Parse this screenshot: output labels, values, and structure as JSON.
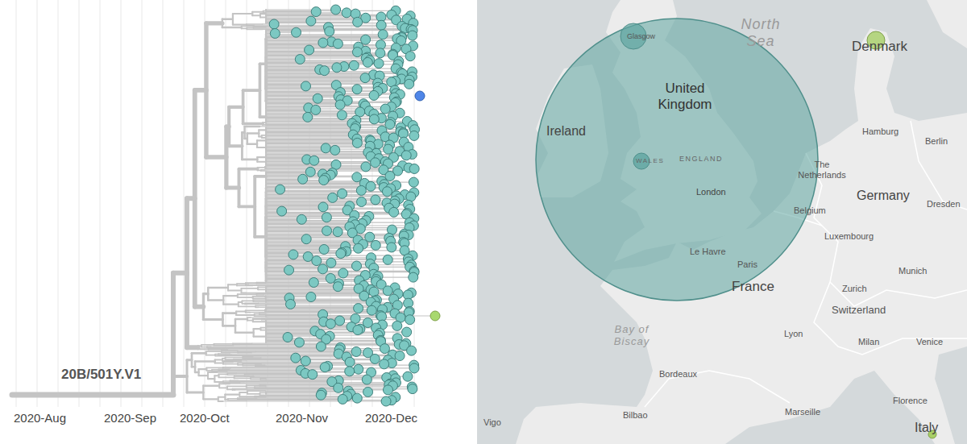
{
  "diagram": {
    "labels": [
      "20B/501Y.V1",
      "2020-Aug",
      "2020-Sep",
      "2020-Oct",
      "2020-Nov",
      "2020-Dec",
      "North Sea",
      "Denmark",
      "United Kingdom",
      "Ireland",
      "Glasgow",
      "WALES",
      "ENGLAND",
      "London",
      "Hamburg",
      "Berlin",
      "Dresden",
      "The Netherlands",
      "Germany",
      "Belgium",
      "Luxembourg",
      "Le Havre",
      "Paris",
      "France",
      "Munich",
      "Zurich",
      "Switzerland",
      "Lyon",
      "Bay of Biscay",
      "Bordeaux",
      "Milan",
      "Venice",
      "Bilbao",
      "Marseille",
      "Florence",
      "Italy",
      "Vigo"
    ]
  }
}
